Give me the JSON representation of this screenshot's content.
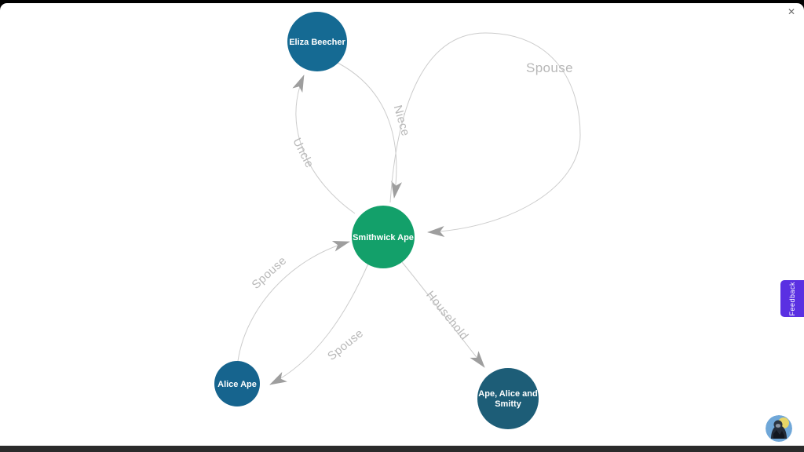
{
  "window": {
    "close_icon": "✕"
  },
  "feedback": {
    "label": "Feedback",
    "color": "#5a30e2"
  },
  "graph": {
    "edge_color": "#cccccc",
    "label_color": "#b8b8b8",
    "arrow_color": "#9e9e9e",
    "nodes": [
      {
        "label": "Eliza Beecher",
        "color": "#156a93"
      },
      {
        "label": "Smithwick Ape",
        "color": "#13a06a"
      },
      {
        "label": "Alice Ape",
        "color": "#16648e"
      },
      {
        "label": "Ape, Alice and Smitty",
        "label_line1": "Ape, Alice and",
        "label_line2": "Smitty",
        "color": "#1d5d77"
      }
    ],
    "edges": [
      {
        "label": "Uncle",
        "from": "Smithwick Ape",
        "to": "Eliza Beecher"
      },
      {
        "label": "Niece",
        "from": "Eliza Beecher",
        "to": "Smithwick Ape"
      },
      {
        "label": "Spouse",
        "from": "Smithwick Ape",
        "to": "Smithwick Ape"
      },
      {
        "label": "Spouse",
        "from": "Alice Ape",
        "to": "Smithwick Ape"
      },
      {
        "label": "Spouse",
        "from": "Smithwick Ape",
        "to": "Alice Ape"
      },
      {
        "label": "Household",
        "from": "Smithwick Ape",
        "to": "Ape, Alice and Smitty"
      }
    ]
  }
}
